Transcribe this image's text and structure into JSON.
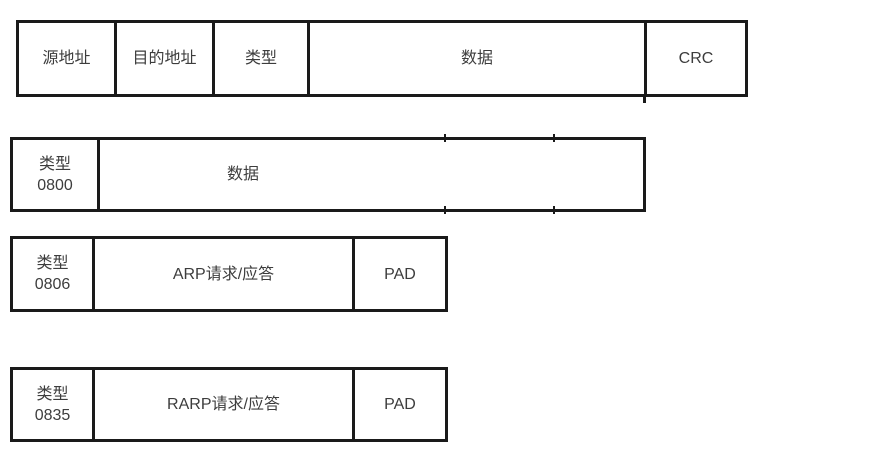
{
  "colors": {
    "border": "#1a1a1a",
    "text": "#3d3d3d",
    "background": "#ffffff"
  },
  "rows": [
    {
      "name": "ethernet-frame",
      "cells": [
        {
          "label": "源地址"
        },
        {
          "label": "目的地址"
        },
        {
          "label": "类型"
        },
        {
          "label": "数据"
        },
        {
          "label": "CRC"
        }
      ]
    },
    {
      "name": "ip-frame",
      "cells": [
        {
          "label": "类型",
          "sublabel": "0800"
        },
        {
          "label": "数据"
        }
      ]
    },
    {
      "name": "arp-frame",
      "cells": [
        {
          "label": "类型",
          "sublabel": "0806"
        },
        {
          "label": "ARP请求/应答"
        },
        {
          "label": "PAD"
        }
      ]
    },
    {
      "name": "rarp-frame",
      "cells": [
        {
          "label": "类型",
          "sublabel": "0835"
        },
        {
          "label": "RARP请求/应答"
        },
        {
          "label": "PAD"
        }
      ]
    }
  ]
}
